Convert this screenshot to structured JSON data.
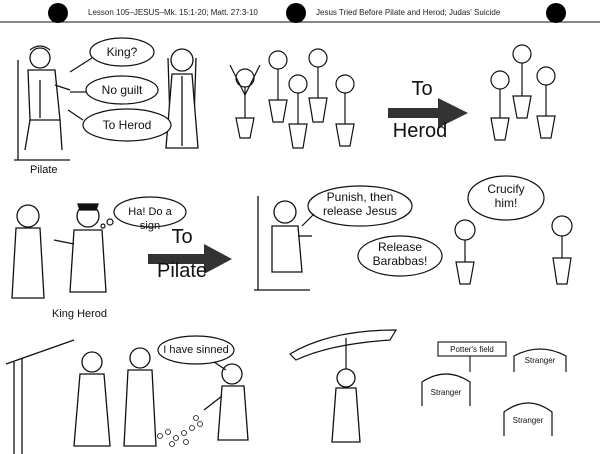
{
  "header": {
    "left": "Lesson 105–JESUS–Mk. 15:1-20; Matt. 27:3-10",
    "right": "Jesus Tried Before Pilate and Herod; Judas' Suicide"
  },
  "panel1": {
    "bubbles": [
      "King?",
      "No guilt",
      "To Herod"
    ],
    "caption": "Pilate"
  },
  "panel2": {
    "arrow_label_1": "To",
    "arrow_label_2": "Herod"
  },
  "panel3": {
    "bubble": "Ha! Do a sign",
    "caption": "King Herod"
  },
  "panel4": {
    "arrow_label_1": "To",
    "arrow_label_2": "Pilate"
  },
  "panel5": {
    "bubble_line1": "Punish, then",
    "bubble_line2": "release Jesus"
  },
  "panel6": {
    "crucify_line1": "Crucify",
    "crucify_line2": "him!",
    "release_line1": "Release",
    "release_line2": "Barabbas!"
  },
  "panel7": {
    "bubble": "I have sinned"
  },
  "panel9": {
    "sign": "Potter's field",
    "graves": [
      "Stranger",
      "Stranger",
      "Stranger"
    ]
  }
}
